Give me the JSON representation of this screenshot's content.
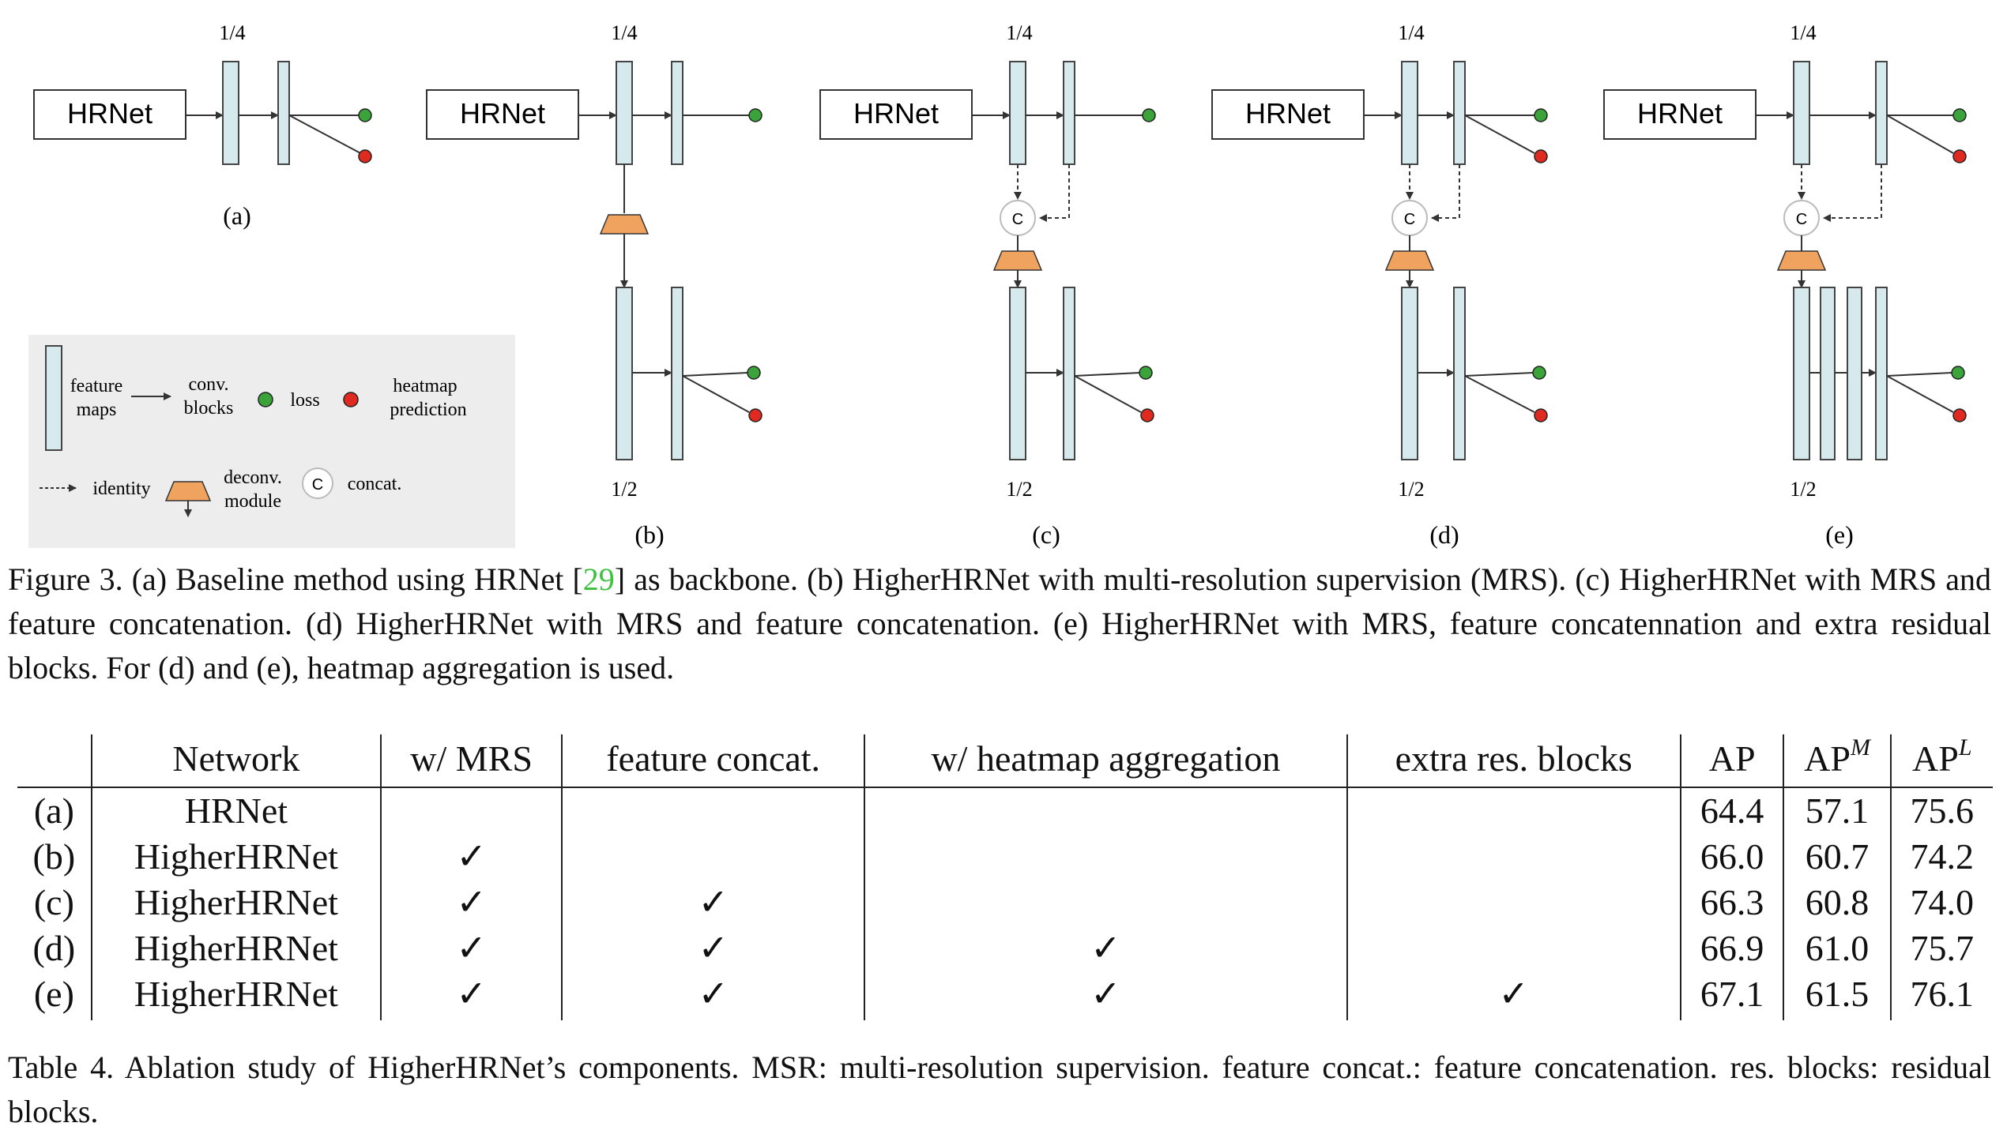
{
  "figure": {
    "block_label": "HRNet",
    "scale_quarter": "1/4",
    "scale_half": "1/2",
    "concat_symbol": "C",
    "panels": [
      "(a)",
      "(b)",
      "(c)",
      "(d)",
      "(e)"
    ],
    "legend": {
      "feature_maps_1": "feature",
      "feature_maps_2": "maps",
      "conv_blocks_1": "conv.",
      "conv_blocks_2": "blocks",
      "loss": "loss",
      "heatmap_1": "heatmap",
      "heatmap_2": "prediction",
      "identity": "identity",
      "deconv_1": "deconv.",
      "deconv_2": "module",
      "concat": "concat."
    },
    "colors": {
      "feature_map_fill": "#d6e9ec",
      "deconv_fill": "#f0a35e",
      "loss_dot": "#3aa33a",
      "heatmap_dot": "#e02a20",
      "legend_bg": "#ededed"
    },
    "caption": {
      "p1": "Figure 3. (a) Baseline method using HRNet [",
      "cite": "29",
      "p2": "] as backbone. (b) HigherHRNet with multi-resolution supervision (MRS). (c) HigherHRNet with MRS and feature concatenation. (d) HigherHRNet with MRS and feature concatenation. (e) HigherHRNet with MRS, feature concatennation and extra residual blocks. For (d) and (e), heatmap aggregation is used."
    }
  },
  "table": {
    "headers": [
      "",
      "Network",
      "w/ MRS",
      "feature concat.",
      "w/ heatmap aggregation",
      "extra res. blocks",
      "AP"
    ],
    "header_ap_m": {
      "base": "AP",
      "sup": "M"
    },
    "header_ap_l": {
      "base": "AP",
      "sup": "L"
    },
    "rows": [
      [
        "(a)",
        "HRNet",
        "",
        "",
        "",
        "",
        "64.4",
        "57.1",
        "75.6"
      ],
      [
        "(b)",
        "HigherHRNet",
        "✓",
        "",
        "",
        "",
        "66.0",
        "60.7",
        "74.2"
      ],
      [
        "(c)",
        "HigherHRNet",
        "✓",
        "✓",
        "",
        "",
        "66.3",
        "60.8",
        "74.0"
      ],
      [
        "(d)",
        "HigherHRNet",
        "✓",
        "✓",
        "✓",
        "",
        "66.9",
        "61.0",
        "75.7"
      ],
      [
        "(e)",
        "HigherHRNet",
        "✓",
        "✓",
        "✓",
        "✓",
        "67.1",
        "61.5",
        "76.1"
      ]
    ],
    "caption": "Table 4. Ablation study of HigherHRNet’s components. MSR: multi-resolution supervision. feature concat.: feature concatenation. res. blocks: residual blocks."
  }
}
